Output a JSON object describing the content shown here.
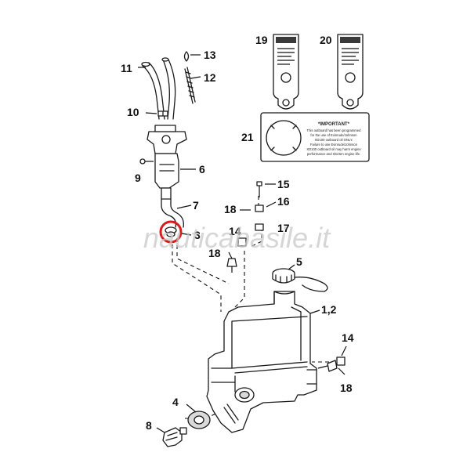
{
  "watermark": "nauticabasile.it",
  "labels": {
    "p1_2": "1,2",
    "p3": "3",
    "p4": "4",
    "p5": "5",
    "p6": "6",
    "p7": "7",
    "p8": "8",
    "p9": "9",
    "p10": "10",
    "p11": "11",
    "p12": "12",
    "p13": "13",
    "p14a": "14",
    "p14b": "14",
    "p15": "15",
    "p16": "16",
    "p17": "17",
    "p18a": "18",
    "p18b": "18",
    "p18c": "18",
    "p19": "19",
    "p20": "20",
    "p21": "21"
  },
  "decal_21": {
    "heading": "*IMPORTANT*",
    "lines": [
      "This outboard has been programmed",
      "for the use of Evinrude/Johnson",
      "XD100 outboard oil ONLY.",
      "Failure to use Evinrude/Johnson",
      "XD100 outboard oil may harm engine",
      "performance and shorten engine life."
    ]
  },
  "colors": {
    "highlight_ring": "#d81b1b",
    "line": "#1a1a1a"
  }
}
